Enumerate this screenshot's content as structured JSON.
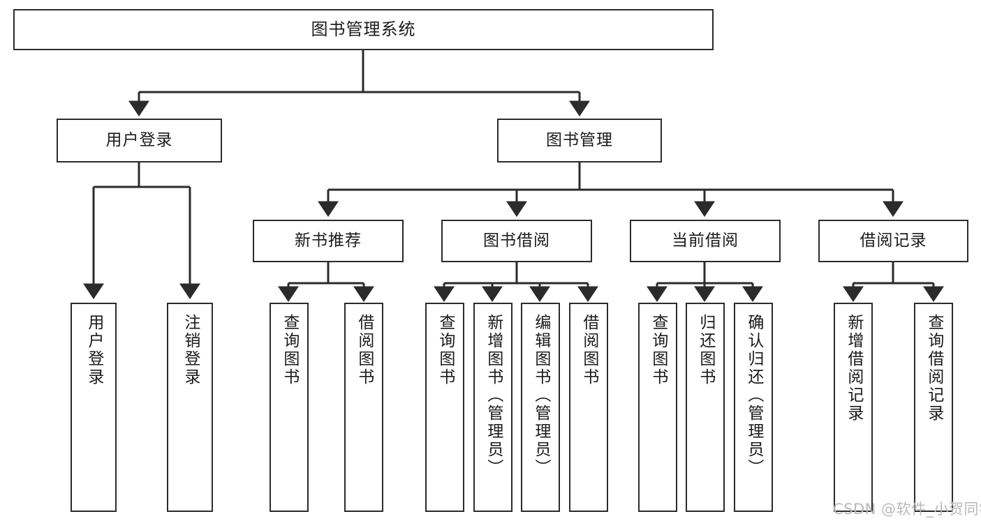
{
  "diagram": {
    "title": "图书管理系统",
    "type": "tree-hierarchy",
    "watermark": "CSDN @软件_小贺同学",
    "colors": {
      "stroke": "#2b2b2b",
      "fill": "#ffffff",
      "text": "#1a1a1a",
      "watermark": "#b9b9b9"
    },
    "levels": {
      "root": {
        "label": "图书管理系统"
      },
      "level2": [
        {
          "id": "user-login",
          "label": "用户登录"
        },
        {
          "id": "book-manage",
          "label": "图书管理"
        }
      ],
      "level3": [
        {
          "id": "new-book-rec",
          "label": "新书推荐"
        },
        {
          "id": "book-borrow",
          "label": "图书借阅"
        },
        {
          "id": "current-borrow",
          "label": "当前借阅"
        },
        {
          "id": "borrow-record",
          "label": "借阅记录"
        }
      ],
      "level4": {
        "user-login": [
          {
            "id": "leaf-user-login",
            "label": "用户登录"
          },
          {
            "id": "leaf-user-logout",
            "label": "注销登录"
          }
        ],
        "new-book-rec": [
          {
            "id": "leaf-query-book-1",
            "label": "查询图书"
          },
          {
            "id": "leaf-borrow-book-1",
            "label": "借阅图书"
          }
        ],
        "book-borrow": [
          {
            "id": "leaf-query-book-2",
            "label": "查询图书"
          },
          {
            "id": "leaf-add-book",
            "label": "新增图书（管理员）"
          },
          {
            "id": "leaf-edit-book",
            "label": "编辑图书（管理员）"
          },
          {
            "id": "leaf-borrow-book-2",
            "label": "借阅图书"
          }
        ],
        "current-borrow": [
          {
            "id": "leaf-query-book-3",
            "label": "查询图书"
          },
          {
            "id": "leaf-return-book",
            "label": "归还图书"
          },
          {
            "id": "leaf-confirm-return",
            "label": "确认归还（管理员）"
          }
        ],
        "borrow-record": [
          {
            "id": "leaf-add-record",
            "label": "新增借阅记录"
          },
          {
            "id": "leaf-query-record",
            "label": "查询借阅记录"
          }
        ]
      }
    }
  }
}
